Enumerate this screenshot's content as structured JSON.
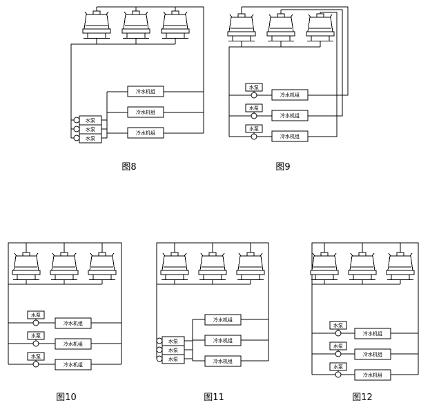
{
  "document": {
    "background": "#ffffff",
    "ink": "#000000",
    "type": "cooling-tower-piping-schemes"
  },
  "labels": {
    "pump": "水泵",
    "chiller": "冷水机组"
  },
  "figures": [
    {
      "caption": "图8",
      "towers": 3,
      "pumps": 3,
      "chillers": 3
    },
    {
      "caption": "图9",
      "towers": 3,
      "pumps": 3,
      "chillers": 3
    },
    {
      "caption": "图10",
      "towers": 3,
      "pumps": 3,
      "chillers": 3
    },
    {
      "caption": "图11",
      "towers": 3,
      "pumps": 3,
      "chillers": 3
    },
    {
      "caption": "图12",
      "towers": 3,
      "pumps": 3,
      "chillers": 3
    }
  ]
}
